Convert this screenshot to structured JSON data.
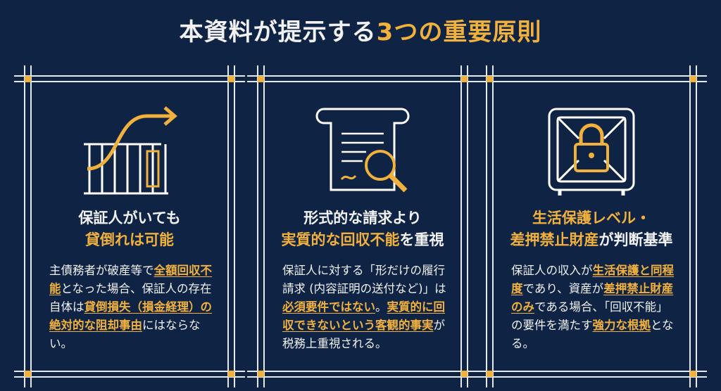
{
  "title": {
    "main": "本資料が提示する",
    "highlight": "3つの重要原則"
  },
  "cards": [
    {
      "icon": "gate-arrow-icon",
      "head": [
        {
          "t": "保証人がいても",
          "h": false
        },
        {
          "t": "貸倒れは可能",
          "h": true
        }
      ],
      "body": [
        {
          "t": "主債務者が破産等で",
          "u": false
        },
        {
          "t": "全額回収不能",
          "u": true
        },
        {
          "t": "となった場合、保証人の存在自体は",
          "u": false
        },
        {
          "t": "貸倒損失（損金経理）の絶対的な阻却事由",
          "u": true
        },
        {
          "t": "にはならない。",
          "u": false
        }
      ]
    },
    {
      "icon": "document-magnifier-icon",
      "head": [
        {
          "t": "形式的な請求より",
          "h": false
        },
        {
          "t": "実質的な回収不能",
          "h": true
        },
        {
          "t": "を重視",
          "h": false
        }
      ],
      "body": [
        {
          "t": "保証人に対する「形だけの履行請求 (内容証明の送付など)」は",
          "u": false
        },
        {
          "t": "必須要件ではない",
          "u": true
        },
        {
          "t": "。",
          "u": false
        },
        {
          "t": "実質的に回収できないという客観的事実",
          "u": true
        },
        {
          "t": "が税務上重視される。",
          "u": false
        }
      ]
    },
    {
      "icon": "safe-lock-icon",
      "head": [
        {
          "t": "生活保護レベル・",
          "h": true
        },
        {
          "t": "差押禁止財産",
          "h": true
        },
        {
          "t": "が判断基準",
          "h": false
        }
      ],
      "body": [
        {
          "t": "保証人の収入が",
          "u": false
        },
        {
          "t": "生活保護と同程度",
          "u": true
        },
        {
          "t": "であり、資産が",
          "u": false
        },
        {
          "t": "差押禁止財産のみ",
          "u": true
        },
        {
          "t": "である場合、「回収不能」の要件を満たす",
          "u": false
        },
        {
          "t": "強力な根拠",
          "u": true
        },
        {
          "t": "となる。",
          "u": false
        }
      ]
    }
  ],
  "colors": {
    "bg": "#0f2445",
    "accent": "#f2b13c",
    "line": "#e6e9ee"
  }
}
